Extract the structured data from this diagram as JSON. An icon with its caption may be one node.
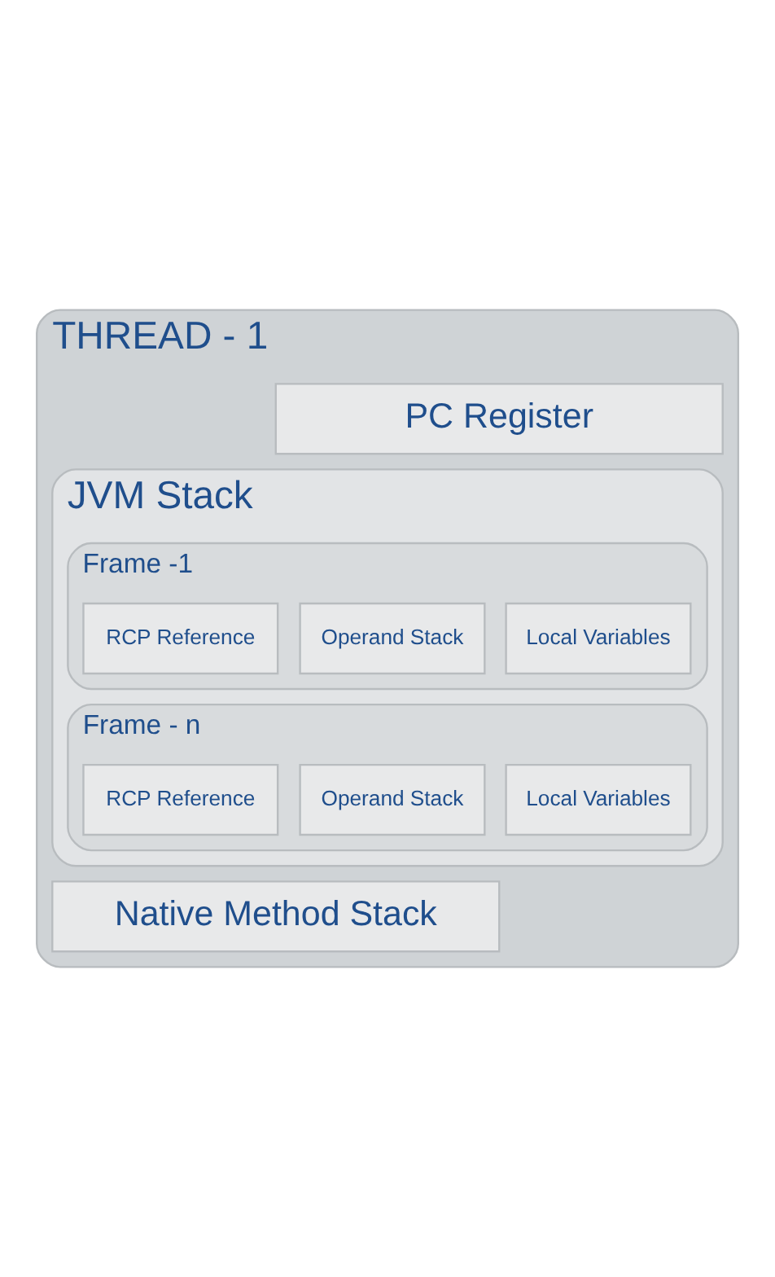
{
  "diagram": {
    "nodes": [
      {
        "text": [
          "THREAD - 1"
        ]
      },
      {
        "text": [
          "PC Register"
        ],
        "in": 0
      },
      {
        "text": [
          "JVM Stack"
        ],
        "in": 0
      },
      {
        "text": [
          "Frame -1"
        ],
        "in": 2
      },
      {
        "text": [
          "Local Variables"
        ],
        "in": 3
      },
      {
        "text": [
          "Operand Stack"
        ],
        "in": 3
      },
      {
        "text": [
          "RCP Reference"
        ],
        "in": 3
      },
      {
        "text": [
          "Frame - n"
        ],
        "in": 2
      },
      {
        "text": [
          "Local Variables"
        ],
        "in": 7
      },
      {
        "text": [
          "Operand Stack"
        ],
        "in": 7
      },
      {
        "text": [
          "RCP Reference"
        ],
        "in": 7
      },
      {
        "text": [
          "Native Method Stack"
        ],
        "in": 0
      }
    ],
    "edges": []
  }
}
